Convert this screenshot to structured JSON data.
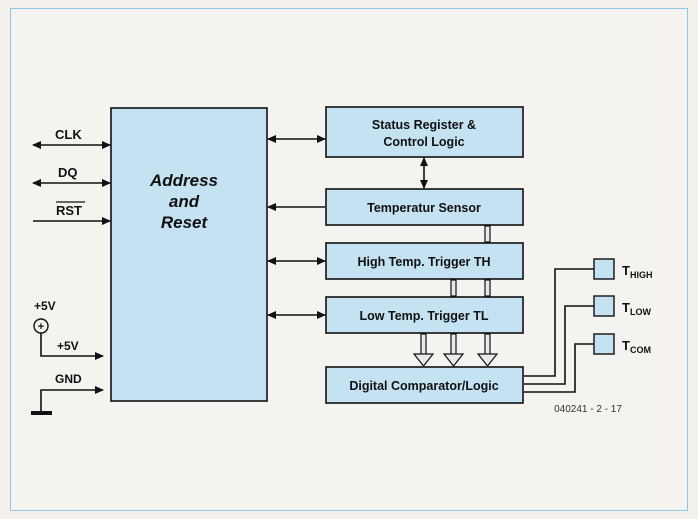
{
  "blocks": {
    "address_reset": [
      "Address",
      "and",
      "Reset"
    ],
    "status_register": [
      "Status Register &",
      "Control Logic"
    ],
    "temperature_sensor": "Temperatur Sensor",
    "high_trigger": "High Temp. Trigger TH",
    "low_trigger": "Low Temp. Trigger TL",
    "comparator": "Digital Comparator/Logic"
  },
  "pins": {
    "clk": "CLK",
    "dq": "DQ",
    "rst": "RST",
    "plus5v_source": "+5V",
    "plus5v_line": "+5V",
    "gnd": "GND"
  },
  "outputs": [
    {
      "main": "T",
      "sub": "HIGH"
    },
    {
      "main": "T",
      "sub": "LOW"
    },
    {
      "main": "T",
      "sub": "COM"
    }
  ],
  "figure_code": "040241 - 2 - 17",
  "colors": {
    "block_fill": "#c5e2f2",
    "frame_border": "#8fc6e6",
    "line": "#111111",
    "background": "#f5f3ef"
  }
}
